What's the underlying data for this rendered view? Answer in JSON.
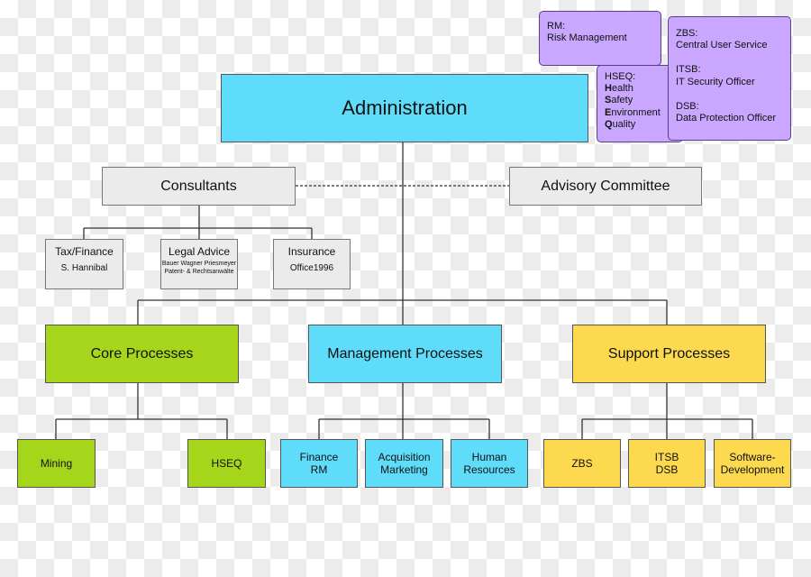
{
  "top_root": {
    "label": "Administration"
  },
  "advisors": {
    "consultants": "Consultants",
    "advisory_committee": "Advisory Committee",
    "tax": {
      "title": "Tax/Finance",
      "name": "S. Hannibal"
    },
    "legal": {
      "title": "Legal Advice",
      "line1": "Bauer Wagner Priesmeyer",
      "line2": "Patent- & Rechtsanwälte"
    },
    "insurance": {
      "title": "Insurance",
      "name": "Office1996"
    }
  },
  "legend": {
    "rm": {
      "abbr": "RM:",
      "text": "Risk Management"
    },
    "hseq": {
      "abbr": "HSEQ:",
      "h": "H",
      "h_rest": "ealth",
      "s": "S",
      "s_rest": "afety",
      "e": "E",
      "e_rest": "nvironment",
      "q": "Q",
      "q_rest": "uality"
    },
    "zbs": {
      "abbr": "ZBS:",
      "text": "Central User Service"
    },
    "itsb": {
      "abbr": "ITSB:",
      "text": "IT Security Officer"
    },
    "dsb": {
      "abbr": "DSB:",
      "text": "Data Protection Officer"
    }
  },
  "processes": {
    "core": {
      "label": "Core Processes",
      "children": [
        "Mining",
        "HSEQ"
      ]
    },
    "management": {
      "label": "Management Processes",
      "children": [
        [
          "Finance",
          "RM"
        ],
        [
          "Acquisition",
          "Marketing"
        ],
        [
          "Human",
          "Resources"
        ]
      ]
    },
    "support": {
      "label": "Support Processes",
      "children": [
        [
          "ZBS"
        ],
        [
          "ITSB",
          "DSB"
        ],
        [
          "Software-",
          "Development"
        ]
      ]
    }
  },
  "colors": {
    "cyan": "#5fdcfa",
    "green": "#a6d61b",
    "yellow": "#fcd94e",
    "gray": "#ebebeb",
    "purple": "#c9a7ff"
  }
}
